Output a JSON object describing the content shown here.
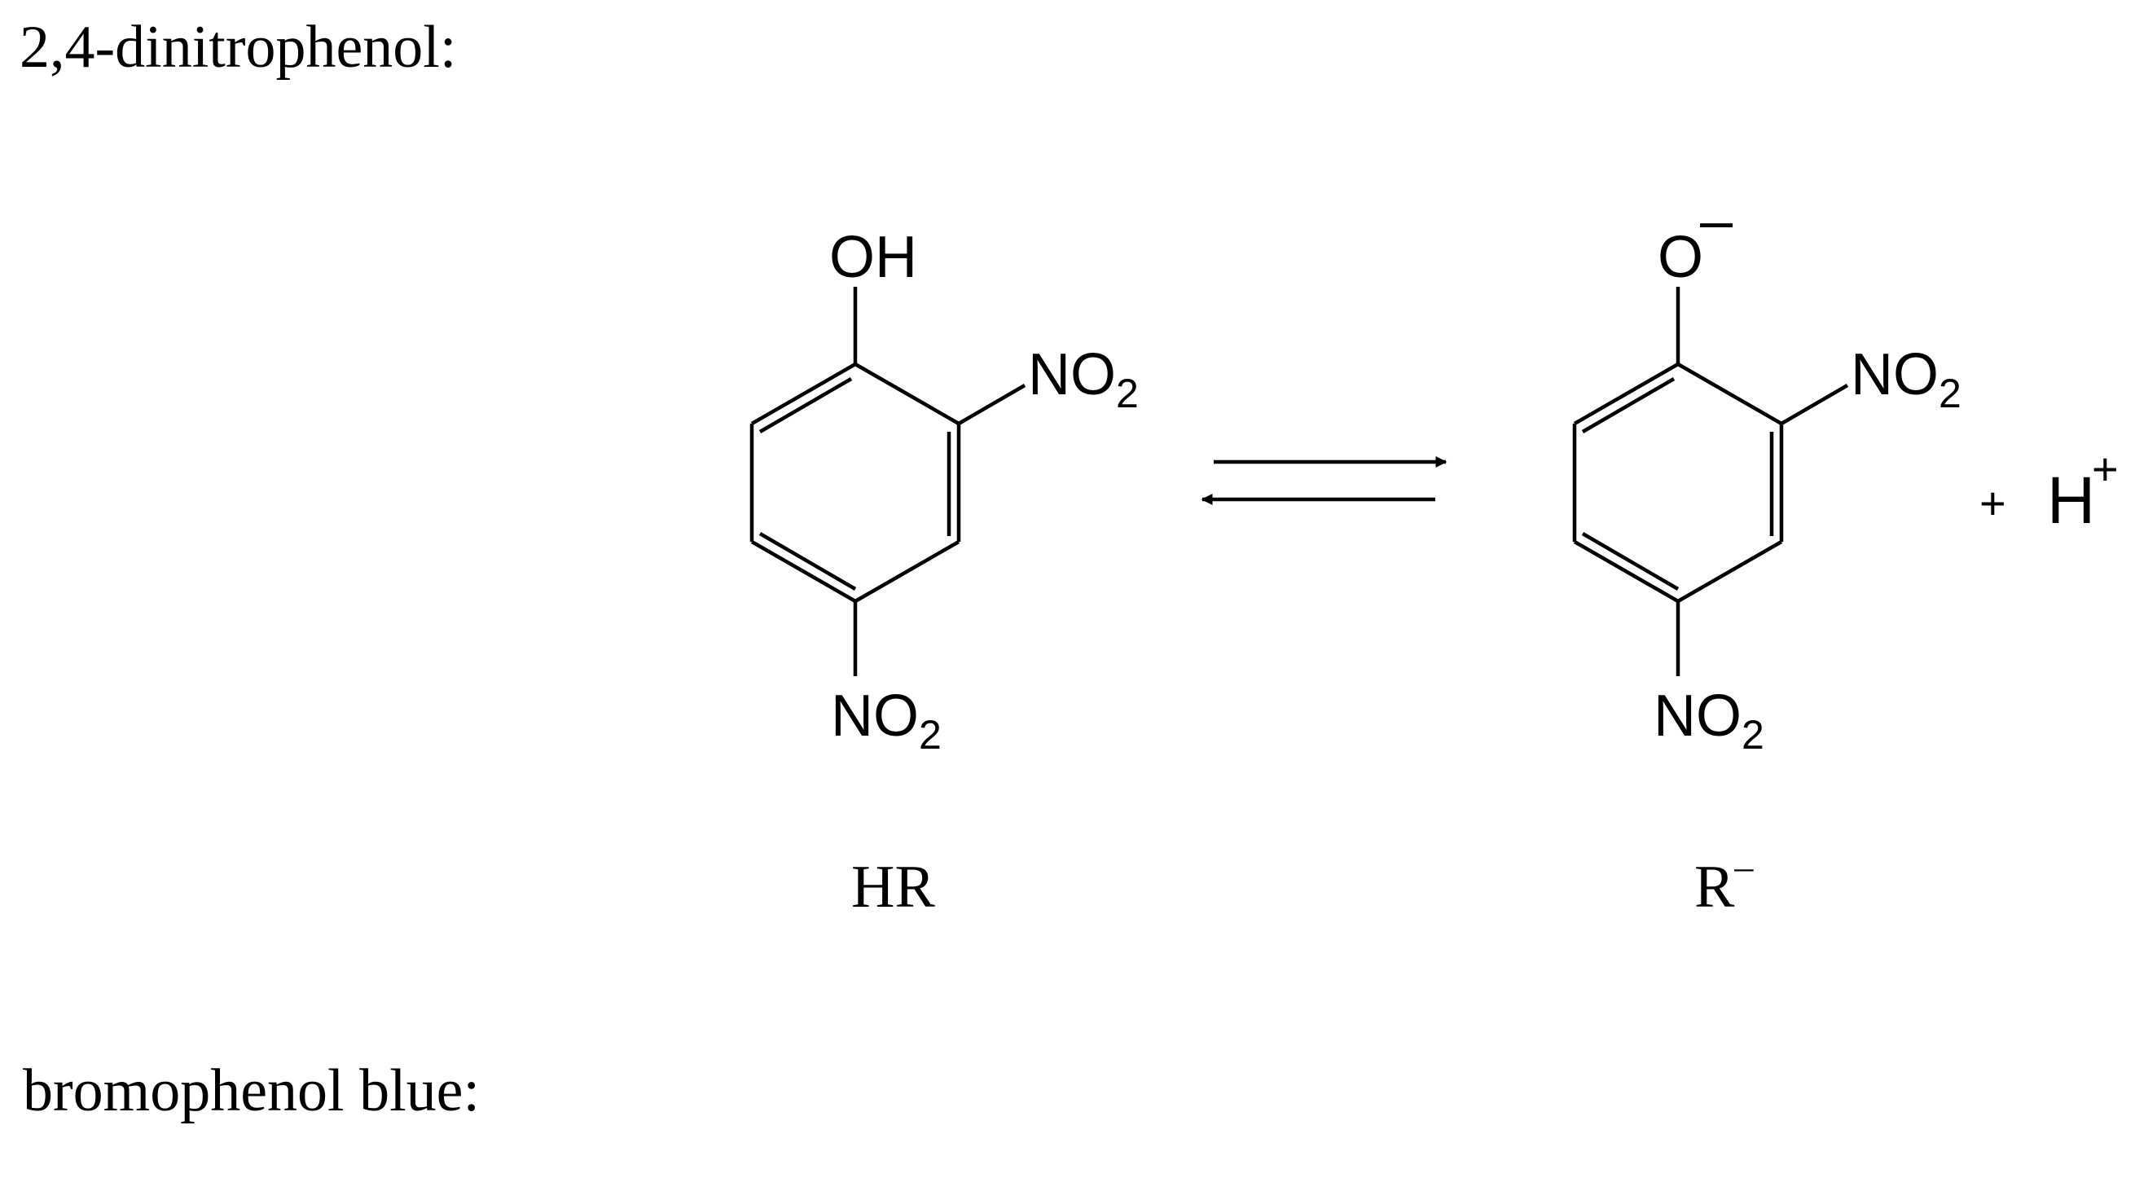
{
  "headings": {
    "first": "2,4-dinitrophenol:",
    "second": "bromophenol blue:"
  },
  "reaction": {
    "reactant": {
      "label": "HR",
      "hydroxyl": "OH",
      "ortho_group": {
        "main": "NO",
        "subscript": "2"
      },
      "para_group": {
        "main": "NO",
        "subscript": "2"
      }
    },
    "product": {
      "label_main": "R",
      "label_charge": "–",
      "oxygen": "O",
      "oxygen_charge": "–",
      "ortho_group": {
        "main": "NO",
        "subscript": "2"
      },
      "para_group": {
        "main": "NO",
        "subscript": "2"
      }
    },
    "byproduct": {
      "plus": "+",
      "ion": "H",
      "charge": "+"
    }
  }
}
